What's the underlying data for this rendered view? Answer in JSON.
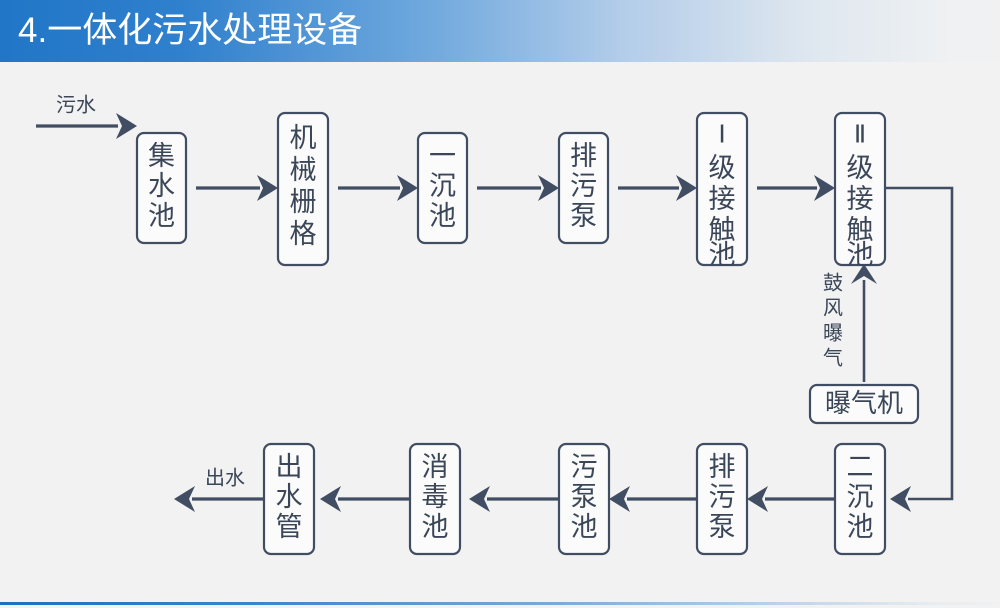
{
  "header": {
    "title": "4.一体化污水处理设备",
    "accent_color": "#2176c7",
    "text_color": "#ffffff"
  },
  "theme": {
    "background": "#f2f2f2",
    "line_color": "#414d62",
    "box_fill": "#fbfbfb",
    "box_stroke": "#414d62",
    "label_color": "#3b4758"
  },
  "diagram": {
    "type": "process-flow",
    "orientation": "serpentine-two-rows",
    "inlet_label": "污水",
    "outlet_label": "出水",
    "aeration_label": "鼓风曝气",
    "row1": [
      {
        "id": "jishuichi",
        "label": "集水池",
        "chars": [
          "集",
          "水",
          "池"
        ]
      },
      {
        "id": "jixieshange",
        "label": "机械栅格",
        "chars": [
          "机",
          "械",
          "栅",
          "格"
        ]
      },
      {
        "id": "yichenchi",
        "label": "一沉池",
        "chars": [
          "一",
          "沉",
          "池"
        ]
      },
      {
        "id": "paiwubeng",
        "label": "排污泵",
        "chars": [
          "排",
          "污",
          "泵"
        ]
      },
      {
        "id": "yijijiechuchi",
        "label": "Ⅰ级接触池",
        "roman": "Ⅰ",
        "chars": [
          "级",
          "接",
          "触",
          "池"
        ]
      },
      {
        "id": "erjijiechuchi",
        "label": "Ⅱ级接触池",
        "roman": "Ⅱ",
        "chars": [
          "级",
          "接",
          "触",
          "池"
        ]
      }
    ],
    "row2": [
      {
        "id": "chushuiguan",
        "label": "出水管",
        "chars": [
          "出",
          "水",
          "管"
        ]
      },
      {
        "id": "xiaoduchi",
        "label": "消毒池",
        "chars": [
          "消",
          "毒",
          "池"
        ]
      },
      {
        "id": "wubengchi",
        "label": "污泵池",
        "chars": [
          "污",
          "泵",
          "池"
        ]
      },
      {
        "id": "paiwubeng2",
        "label": "排污泵",
        "chars": [
          "排",
          "污",
          "泵"
        ]
      },
      {
        "id": "erchenchi",
        "label": "二沉池",
        "chars": [
          "二",
          "沉",
          "池"
        ]
      }
    ],
    "aux": [
      {
        "id": "puqiji",
        "label": "曝气机"
      }
    ]
  }
}
